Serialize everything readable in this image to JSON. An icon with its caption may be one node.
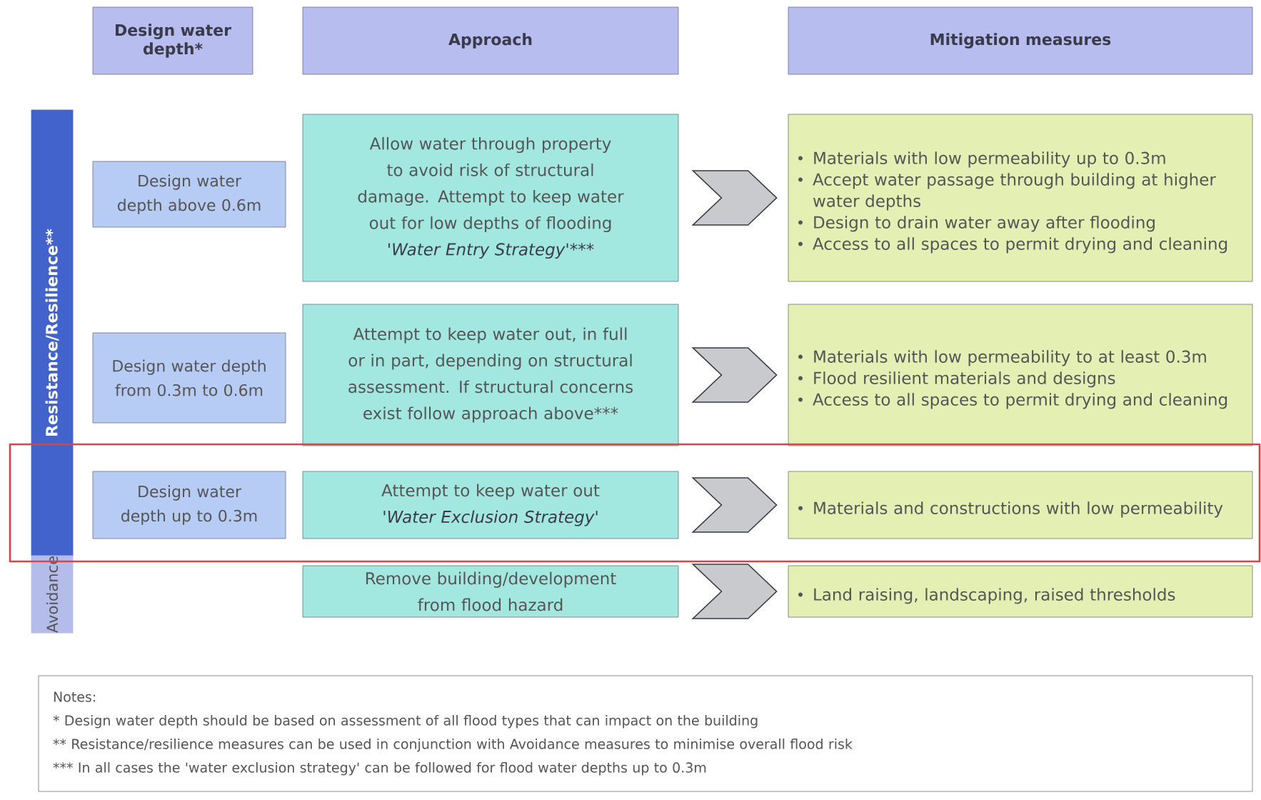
{
  "diagram": {
    "nodes": [
      {
        "text": [
          "Design water depth*"
        ]
      },
      {
        "text": [
          "Approach"
        ]
      },
      {
        "text": [
          "Mitigation measures"
        ]
      },
      {
        "text": [
          "Resistance/Resilience**"
        ]
      },
      {
        "text": [
          "Avoidance"
        ]
      },
      {
        "text": [
          "Design water depth above 0.6m"
        ]
      },
      {
        "text": [
          "Allow water through property to avoid risk of structural damage. Attempt to keep water out for low depths of flooding",
          "'Water Entry Strategy'***"
        ]
      },
      {
        "text": [
          "Materials with low permeability up to 0.3m",
          "Accept water passage through building at higher water depths",
          "Design to drain water away after flooding",
          "Access to all spaces to permit drying and cleaning"
        ]
      },
      {
        "text": [
          "Design water depth from 0.3m to 0.6m"
        ]
      },
      {
        "text": [
          "Attempt to keep water out, in full or in part, depending on structural assessment. If structural concerns exist follow approach above***"
        ]
      },
      {
        "text": [
          "Materials with low permeability to at least 0.3m",
          "Flood resilient materials and designs",
          "Access to all  spaces to permit drying and cleaning"
        ]
      },
      {
        "text": [
          "Design water depth up to 0.3m"
        ]
      },
      {
        "text": [
          "Attempt to keep water out",
          "'Water Exclusion Strategy'"
        ]
      },
      {
        "text": [
          "Materials and constructions with low permeability"
        ]
      },
      {
        "text": [
          "Remove building/development from flood hazard"
        ]
      },
      {
        "text": [
          "Land raising, landscaping, raised thresholds"
        ]
      },
      {
        "text": [
          "Notes:",
          "* Design water depth should be based on assessment of all flood types that can impact on the building",
          "** Resistance/resilience measures can be used in conjunction with Avoidance measures to minimise overall flood risk",
          "*** In all cases the 'water exclusion strategy' can be followed for flood water depths up to 0.3m"
        ]
      }
    ],
    "edges": [
      {
        "from": 6,
        "to": 7,
        "arrow": "to"
      },
      {
        "from": 9,
        "to": 10,
        "arrow": "to"
      },
      {
        "from": 12,
        "to": 13,
        "arrow": "to"
      },
      {
        "from": 14,
        "to": 15,
        "arrow": "to"
      }
    ]
  }
}
